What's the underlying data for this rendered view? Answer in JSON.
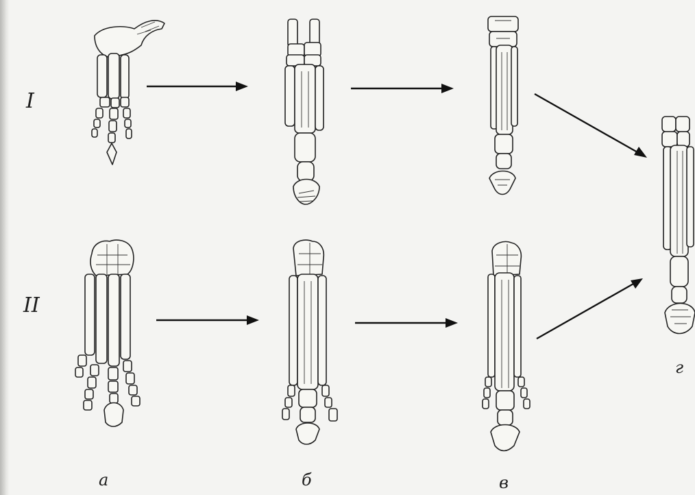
{
  "row_labels": {
    "row1": "I",
    "row2": "II"
  },
  "column_labels": {
    "a": "а",
    "b": "б",
    "v": "в",
    "g": "г"
  }
}
